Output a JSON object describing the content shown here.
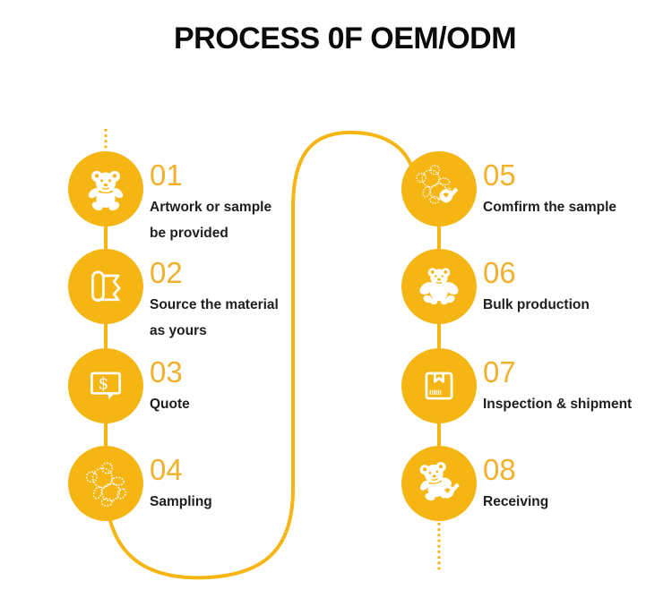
{
  "title": "PROCESS 0F OEM/ODM",
  "colors": {
    "accent": "#F5B614",
    "number": "#F2B12C",
    "label_text": "#1E1E1E",
    "title_text": "#0B0B0B",
    "icon": "#FFFFFF",
    "background": "#FFFFFF"
  },
  "steps": [
    {
      "number": "01",
      "label_lines": [
        "Artwork or sample",
        "be provided"
      ],
      "icon": "teddy-bear-icon"
    },
    {
      "number": "02",
      "label_lines": [
        "Source the material",
        "as yours"
      ],
      "icon": "fabric-roll-icon"
    },
    {
      "number": "03",
      "label_lines": [
        "Quote"
      ],
      "icon": "price-quote-bubble-icon"
    },
    {
      "number": "04",
      "label_lines": [
        "Sampling"
      ],
      "icon": "stitched-bear-icon"
    },
    {
      "number": "05",
      "label_lines": [
        "Comfirm the sample"
      ],
      "icon": "stitched-bear-check-icon"
    },
    {
      "number": "06",
      "label_lines": [
        "Bulk production"
      ],
      "icon": "bear-pile-icon"
    },
    {
      "number": "07",
      "label_lines": [
        "Inspection & shipment"
      ],
      "icon": "package-box-icon"
    },
    {
      "number": "08",
      "label_lines": [
        "Receiving"
      ],
      "icon": "bear-check-icon"
    }
  ]
}
